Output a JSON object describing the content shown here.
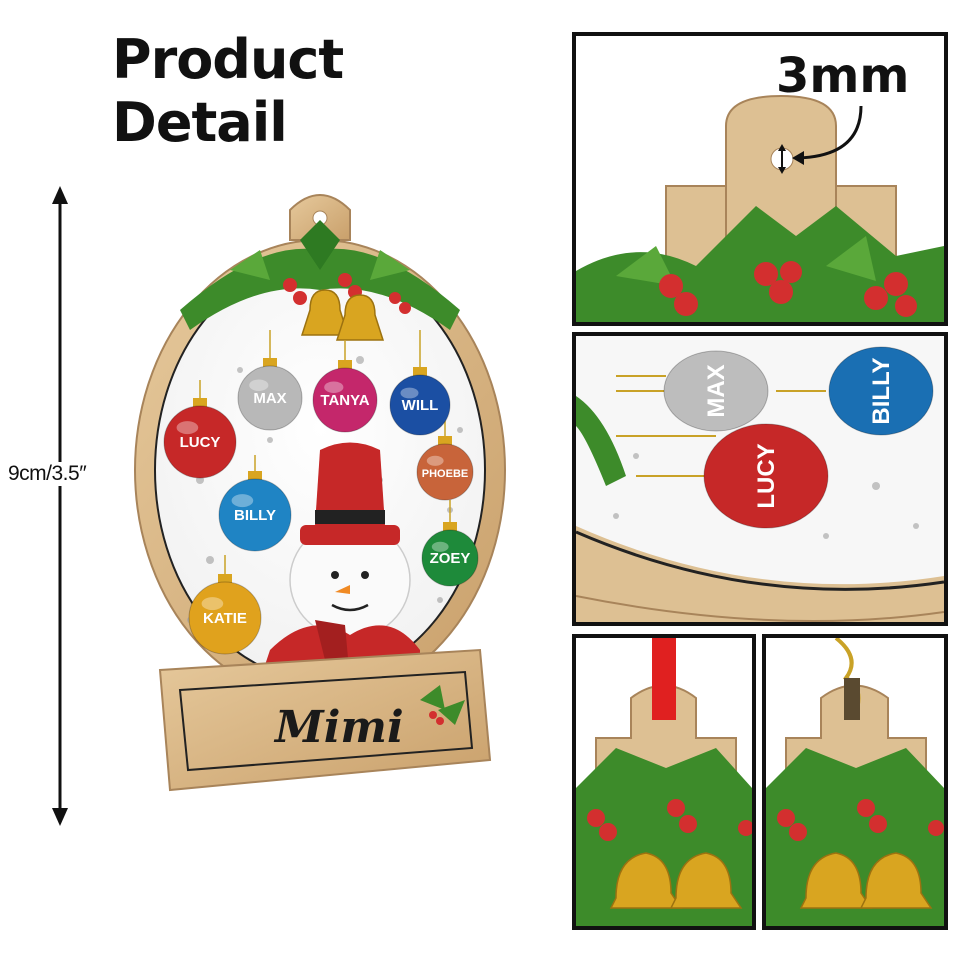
{
  "title": "Product Detail",
  "dimension_label": "9cm/3.5″",
  "hole_size_label": "3mm",
  "ornament": {
    "name_plate_text": "Mimi",
    "balls": [
      {
        "name": "MAX",
        "color": "#b8b8b8"
      },
      {
        "name": "TANYA",
        "color": "#c4276b"
      },
      {
        "name": "WILL",
        "color": "#1b4fa3"
      },
      {
        "name": "LUCY",
        "color": "#c62828"
      },
      {
        "name": "PHOEBE",
        "color": "#c8643a"
      },
      {
        "name": "BILLY",
        "color": "#1f84c4"
      },
      {
        "name": "ZOEY",
        "color": "#1e8a3a"
      },
      {
        "name": "KATIE",
        "color": "#e0a21d"
      }
    ]
  },
  "closeup_balls": [
    {
      "name": "MAX",
      "color": "#bdbdbd"
    },
    {
      "name": "BILLY",
      "color": "#1a6fb3"
    },
    {
      "name": "LUCY",
      "color": "#c62828"
    }
  ],
  "colors": {
    "wood": "#d9b88a",
    "wood_dark": "#b8925e",
    "holly": "#3d8b2a",
    "berry": "#d32f2f",
    "bell": "#d9a520",
    "ribbon_red": "#e02020",
    "ribbon_gold": "#c9a227"
  }
}
